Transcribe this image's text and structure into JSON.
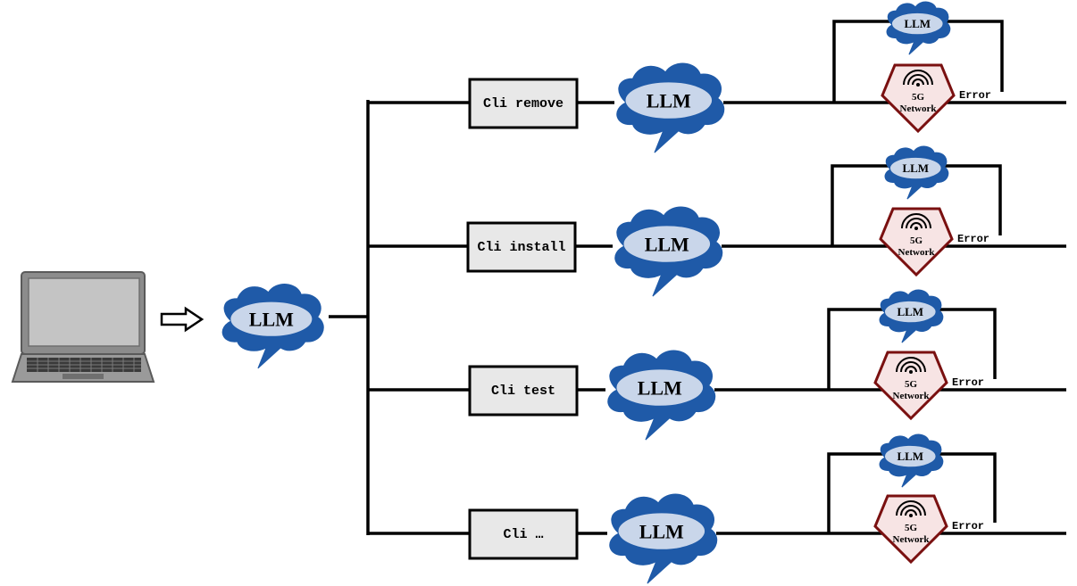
{
  "colors": {
    "cloud_outer": "#1f5aa8",
    "cloud_inner": "#c9d6ea",
    "box_fill": "#e8e8e8",
    "pentagon_stroke": "#7a1010",
    "pentagon_fill": "#f7e4e4",
    "laptop_body": "#8c8c8c",
    "laptop_screen": "#c4c4c4"
  },
  "icons": {
    "laptop": "laptop-icon",
    "arrow": "right-arrow-icon",
    "network": "wifi-icon"
  },
  "main_llm": {
    "label": "LLM"
  },
  "branches": [
    {
      "cli_label": "Cli remove",
      "llm_label": "LLM",
      "small_llm_label": "LLM",
      "network_line1": "5G",
      "network_line2": "Network",
      "error_label": "Error"
    },
    {
      "cli_label": "Cli install",
      "llm_label": "LLM",
      "small_llm_label": "LLM",
      "network_line1": "5G",
      "network_line2": "Network",
      "error_label": "Error"
    },
    {
      "cli_label": "Cli test",
      "llm_label": "LLM",
      "small_llm_label": "LLM",
      "network_line1": "5G",
      "network_line2": "Network",
      "error_label": "Error"
    },
    {
      "cli_label": "Cli …",
      "llm_label": "LLM",
      "small_llm_label": "LLM",
      "network_line1": "5G",
      "network_line2": "Network",
      "error_label": "Error"
    }
  ]
}
